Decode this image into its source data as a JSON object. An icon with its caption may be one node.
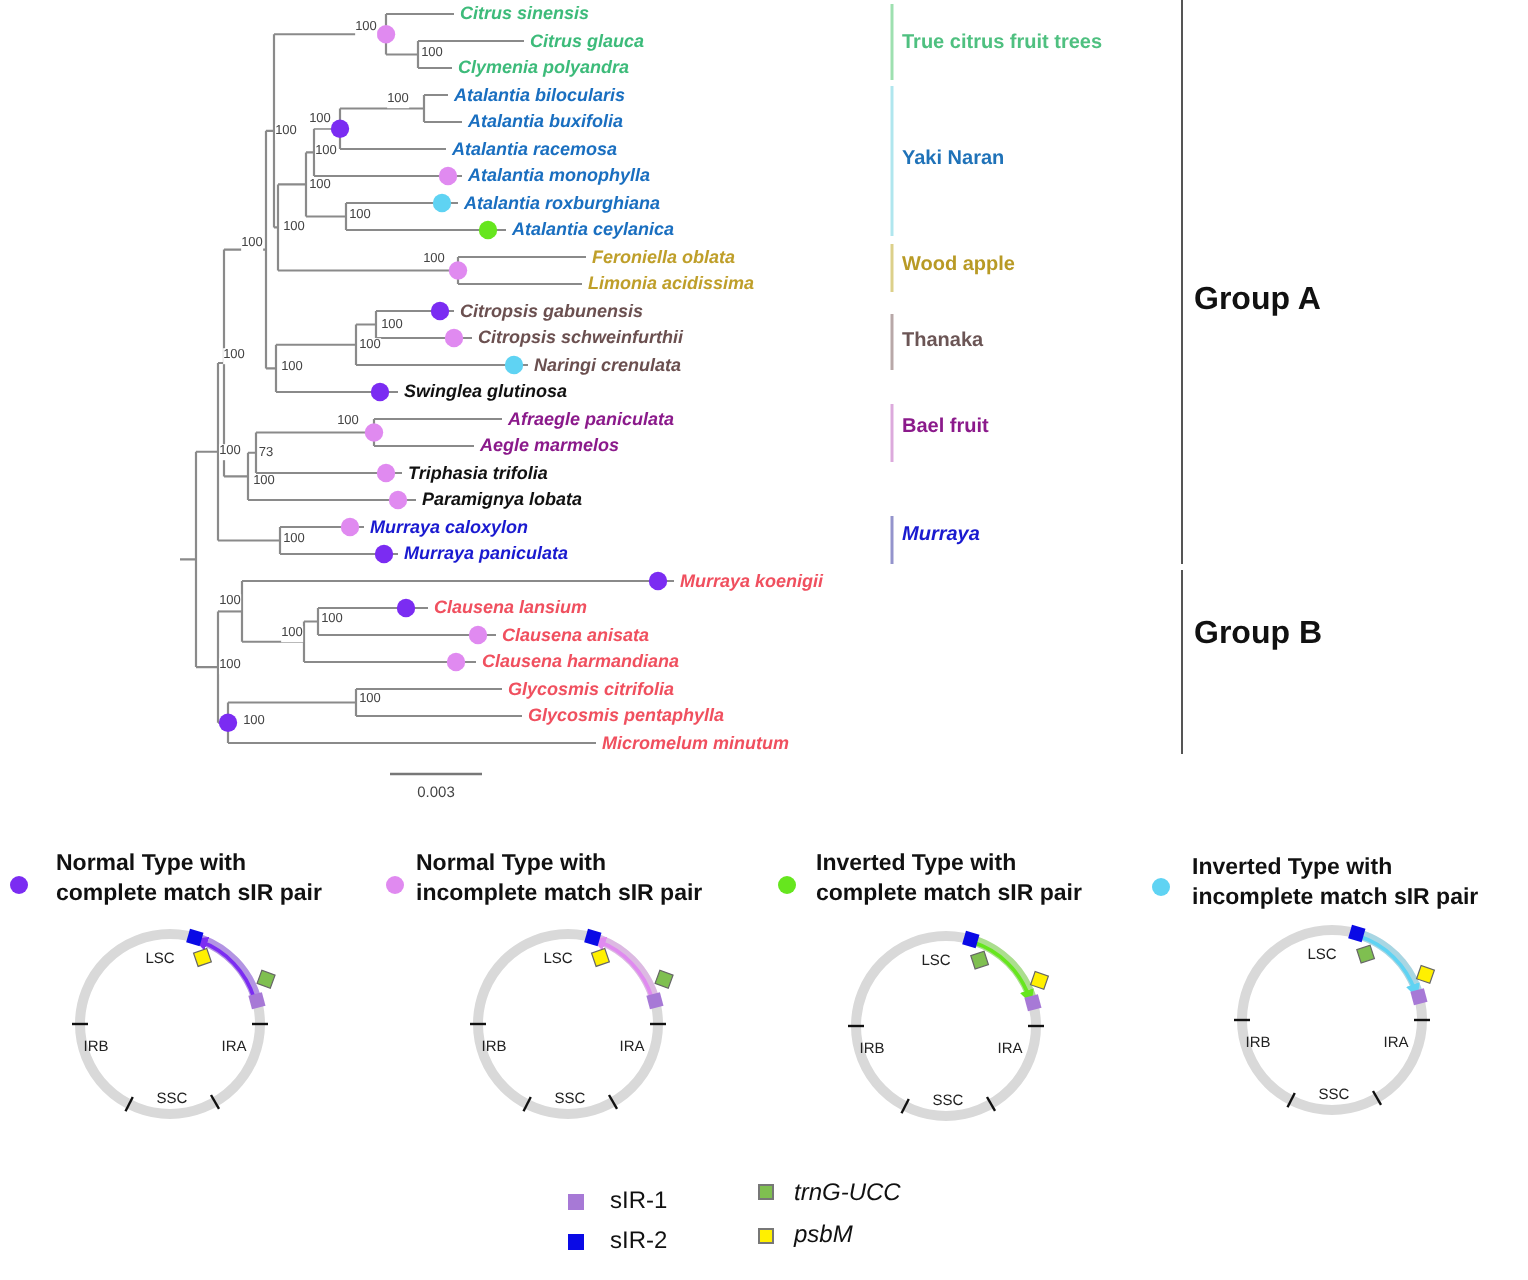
{
  "diagram": {
    "labels": [
      "Citrus sinensis",
      "Citrus glauca",
      "Clymenia polyandra",
      "Atalantia bilocularis",
      "Atalantia buxifolia",
      "Atalantia racemosa",
      "Atalantia monophylla",
      "Atalantia roxburghiana",
      "Atalantia ceylanica",
      "Feroniella oblata",
      "Limonia acidissima",
      "Citropsis gabunensis",
      "Citropsis schweinfurthii",
      "Naringi crenulata",
      "Swinglea glutinosa",
      "Afraegle paniculata",
      "Aegle marmelos",
      "Triphasia trifolia",
      "Paramignya lobata",
      "Murraya caloxylon",
      "Murraya paniculata",
      "Murraya koenigii",
      "Clausena lansium",
      "Clausena anisata",
      "Clausena harmandiana",
      "Glycosmis citrifolia",
      "Glycosmis pentaphylla",
      "Micromelum minutum",
      "100",
      "100",
      "100",
      "100",
      "100",
      "100",
      "100",
      "100",
      "100",
      "100",
      "100",
      "100",
      "100",
      "100",
      "100",
      "100",
      "73",
      "100",
      "100",
      "100",
      "100",
      "100",
      "100",
      "100",
      "100",
      "100",
      "0.003",
      "True citrus fruit trees",
      "Yaki Naran",
      "Wood apple",
      "Thanaka",
      "Bael fruit",
      "Murraya",
      "Group A",
      "Group B",
      "LSC",
      "IRB",
      "IRA",
      "SSC",
      "LSC",
      "IRB",
      "IRA",
      "SSC",
      "LSC",
      "IRB",
      "IRA",
      "SSC",
      "LSC",
      "IRB",
      "IRA",
      "SSC"
    ],
    "legend": [
      {
        "text": "Normal Type with complete match sIR pair",
        "color": "#7b2cf2"
      },
      {
        "text": "Normal Type with incomplete match sIR pair",
        "color": "#e08af0"
      },
      {
        "text": "Inverted Type with complete match sIR pair",
        "color": "#66e61e"
      },
      {
        "text": "Inverted Type with incomplete match sIR pair",
        "color": "#5fd3f3"
      },
      {
        "text": "sIR-1",
        "color": "#a779d6"
      },
      {
        "text": "sIR-2",
        "color": "#0a0ae6"
      },
      {
        "text": "trnG-UCC",
        "color": "#7fbf50"
      },
      {
        "text": "psbM",
        "color": "#fff000"
      }
    ]
  }
}
